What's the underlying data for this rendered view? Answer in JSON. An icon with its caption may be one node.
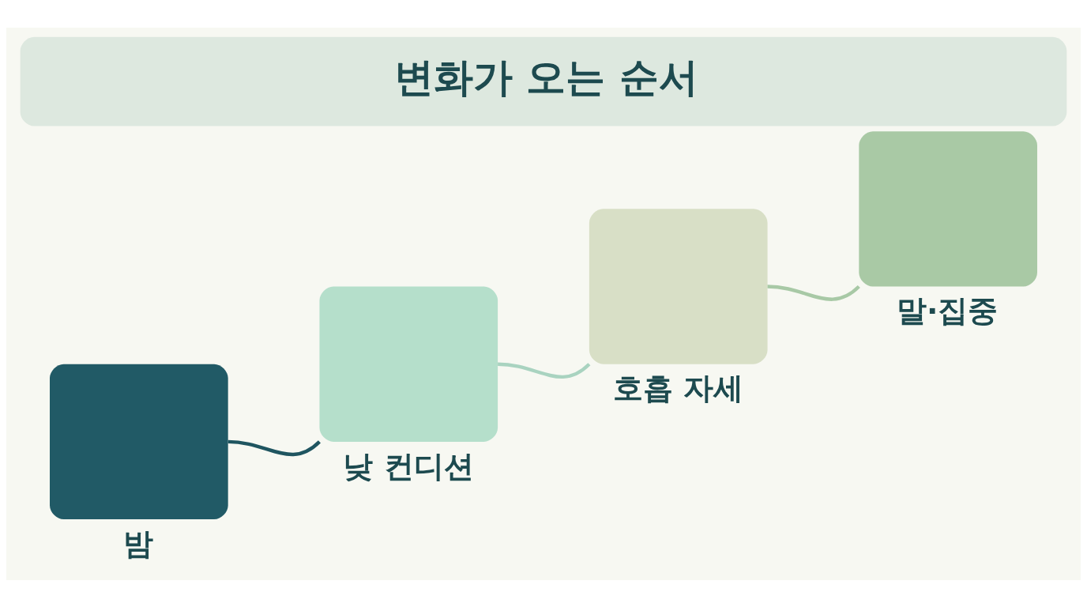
{
  "diagram": {
    "title": "변화가 오는 순서",
    "nodes": [
      {
        "text": [
          "밤"
        ]
      },
      {
        "text": [
          "낮 컨디션"
        ]
      },
      {
        "text": [
          "호흡 자세"
        ]
      },
      {
        "text": [
          "말·집중"
        ]
      }
    ],
    "edges": [
      {
        "from": 0,
        "to": 1,
        "arrow": "none",
        "color": "#1f5560"
      },
      {
        "from": 1,
        "to": 2,
        "arrow": "none",
        "color": "#a9d3c0"
      },
      {
        "from": 2,
        "to": 3,
        "arrow": "none",
        "color": "#a8c9a6"
      }
    ]
  }
}
